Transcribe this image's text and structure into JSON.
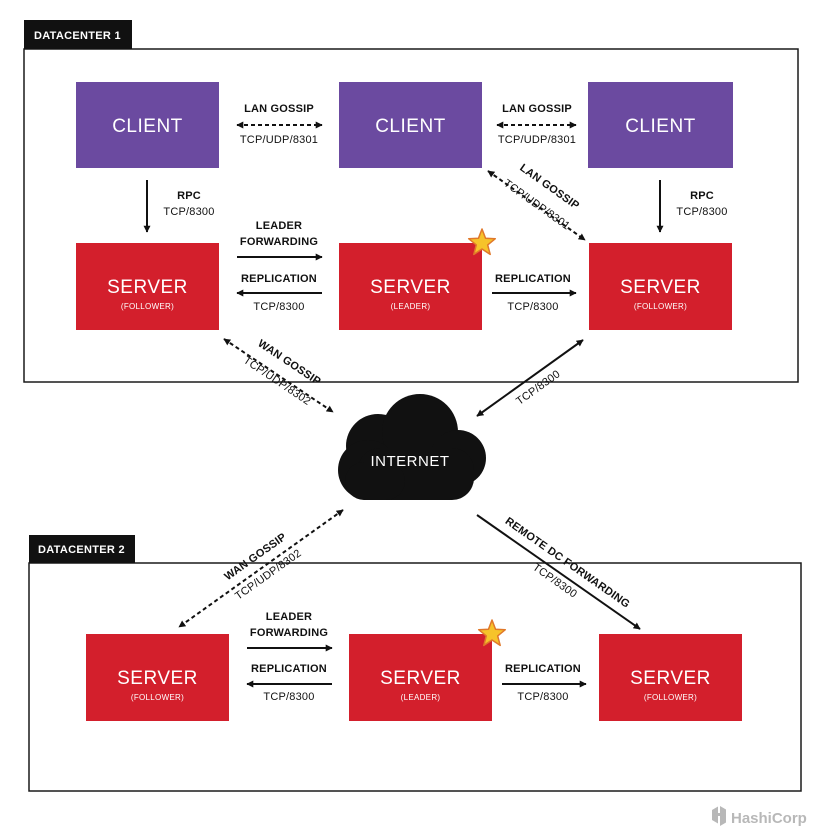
{
  "colors": {
    "client": "#6b4aa0",
    "server": "#d31f2c",
    "dark": "#111111",
    "star_fill": "#f6c32a",
    "star_stroke": "#e0782a"
  },
  "datacenter1": {
    "tab": "DATACENTER 1",
    "clients": [
      "CLIENT",
      "CLIENT",
      "CLIENT"
    ],
    "servers": [
      {
        "title": "SERVER",
        "role": "(FOLLOWER)"
      },
      {
        "title": "SERVER",
        "role": "(LEADER)"
      },
      {
        "title": "SERVER",
        "role": "(FOLLOWER)"
      }
    ],
    "lan_gossip_1": {
      "title": "LAN GOSSIP",
      "port": "TCP/UDP/8301"
    },
    "lan_gossip_2": {
      "title": "LAN GOSSIP",
      "port": "TCP/UDP/8301"
    },
    "lan_gossip_diag": {
      "title": "LAN GOSSIP",
      "port": "TCP/UDP/8301"
    },
    "rpc_left": {
      "title": "RPC",
      "port": "TCP/8300"
    },
    "rpc_right": {
      "title": "RPC",
      "port": "TCP/8300"
    },
    "leader_forwarding": {
      "line1": "LEADER",
      "line2": "FORWARDING"
    },
    "replication_left": {
      "title": "REPLICATION",
      "port": "TCP/8300"
    },
    "replication_right": {
      "title": "REPLICATION",
      "port": "TCP/8300"
    },
    "wan_gossip": {
      "title": "WAN GOSSIP",
      "port": "TCP/UDP/8302"
    },
    "internet_link": {
      "port": "TCP/8300"
    }
  },
  "internet": {
    "label": "INTERNET"
  },
  "datacenter2": {
    "tab": "DATACENTER 2",
    "servers": [
      {
        "title": "SERVER",
        "role": "(FOLLOWER)"
      },
      {
        "title": "SERVER",
        "role": "(LEADER)"
      },
      {
        "title": "SERVER",
        "role": "(FOLLOWER)"
      }
    ],
    "wan_gossip": {
      "title": "WAN GOSSIP",
      "port": "TCP/UDP/8302"
    },
    "remote_dc_forwarding": {
      "title": "REMOTE DC FORWARDING",
      "port": "TCP/8300"
    },
    "leader_forwarding": {
      "line1": "LEADER",
      "line2": "FORWARDING"
    },
    "replication_left": {
      "title": "REPLICATION",
      "port": "TCP/8300"
    },
    "replication_right": {
      "title": "REPLICATION",
      "port": "TCP/8300"
    }
  },
  "brand": {
    "name": "HashiCorp",
    "icon": "hashicorp-logo-icon"
  }
}
